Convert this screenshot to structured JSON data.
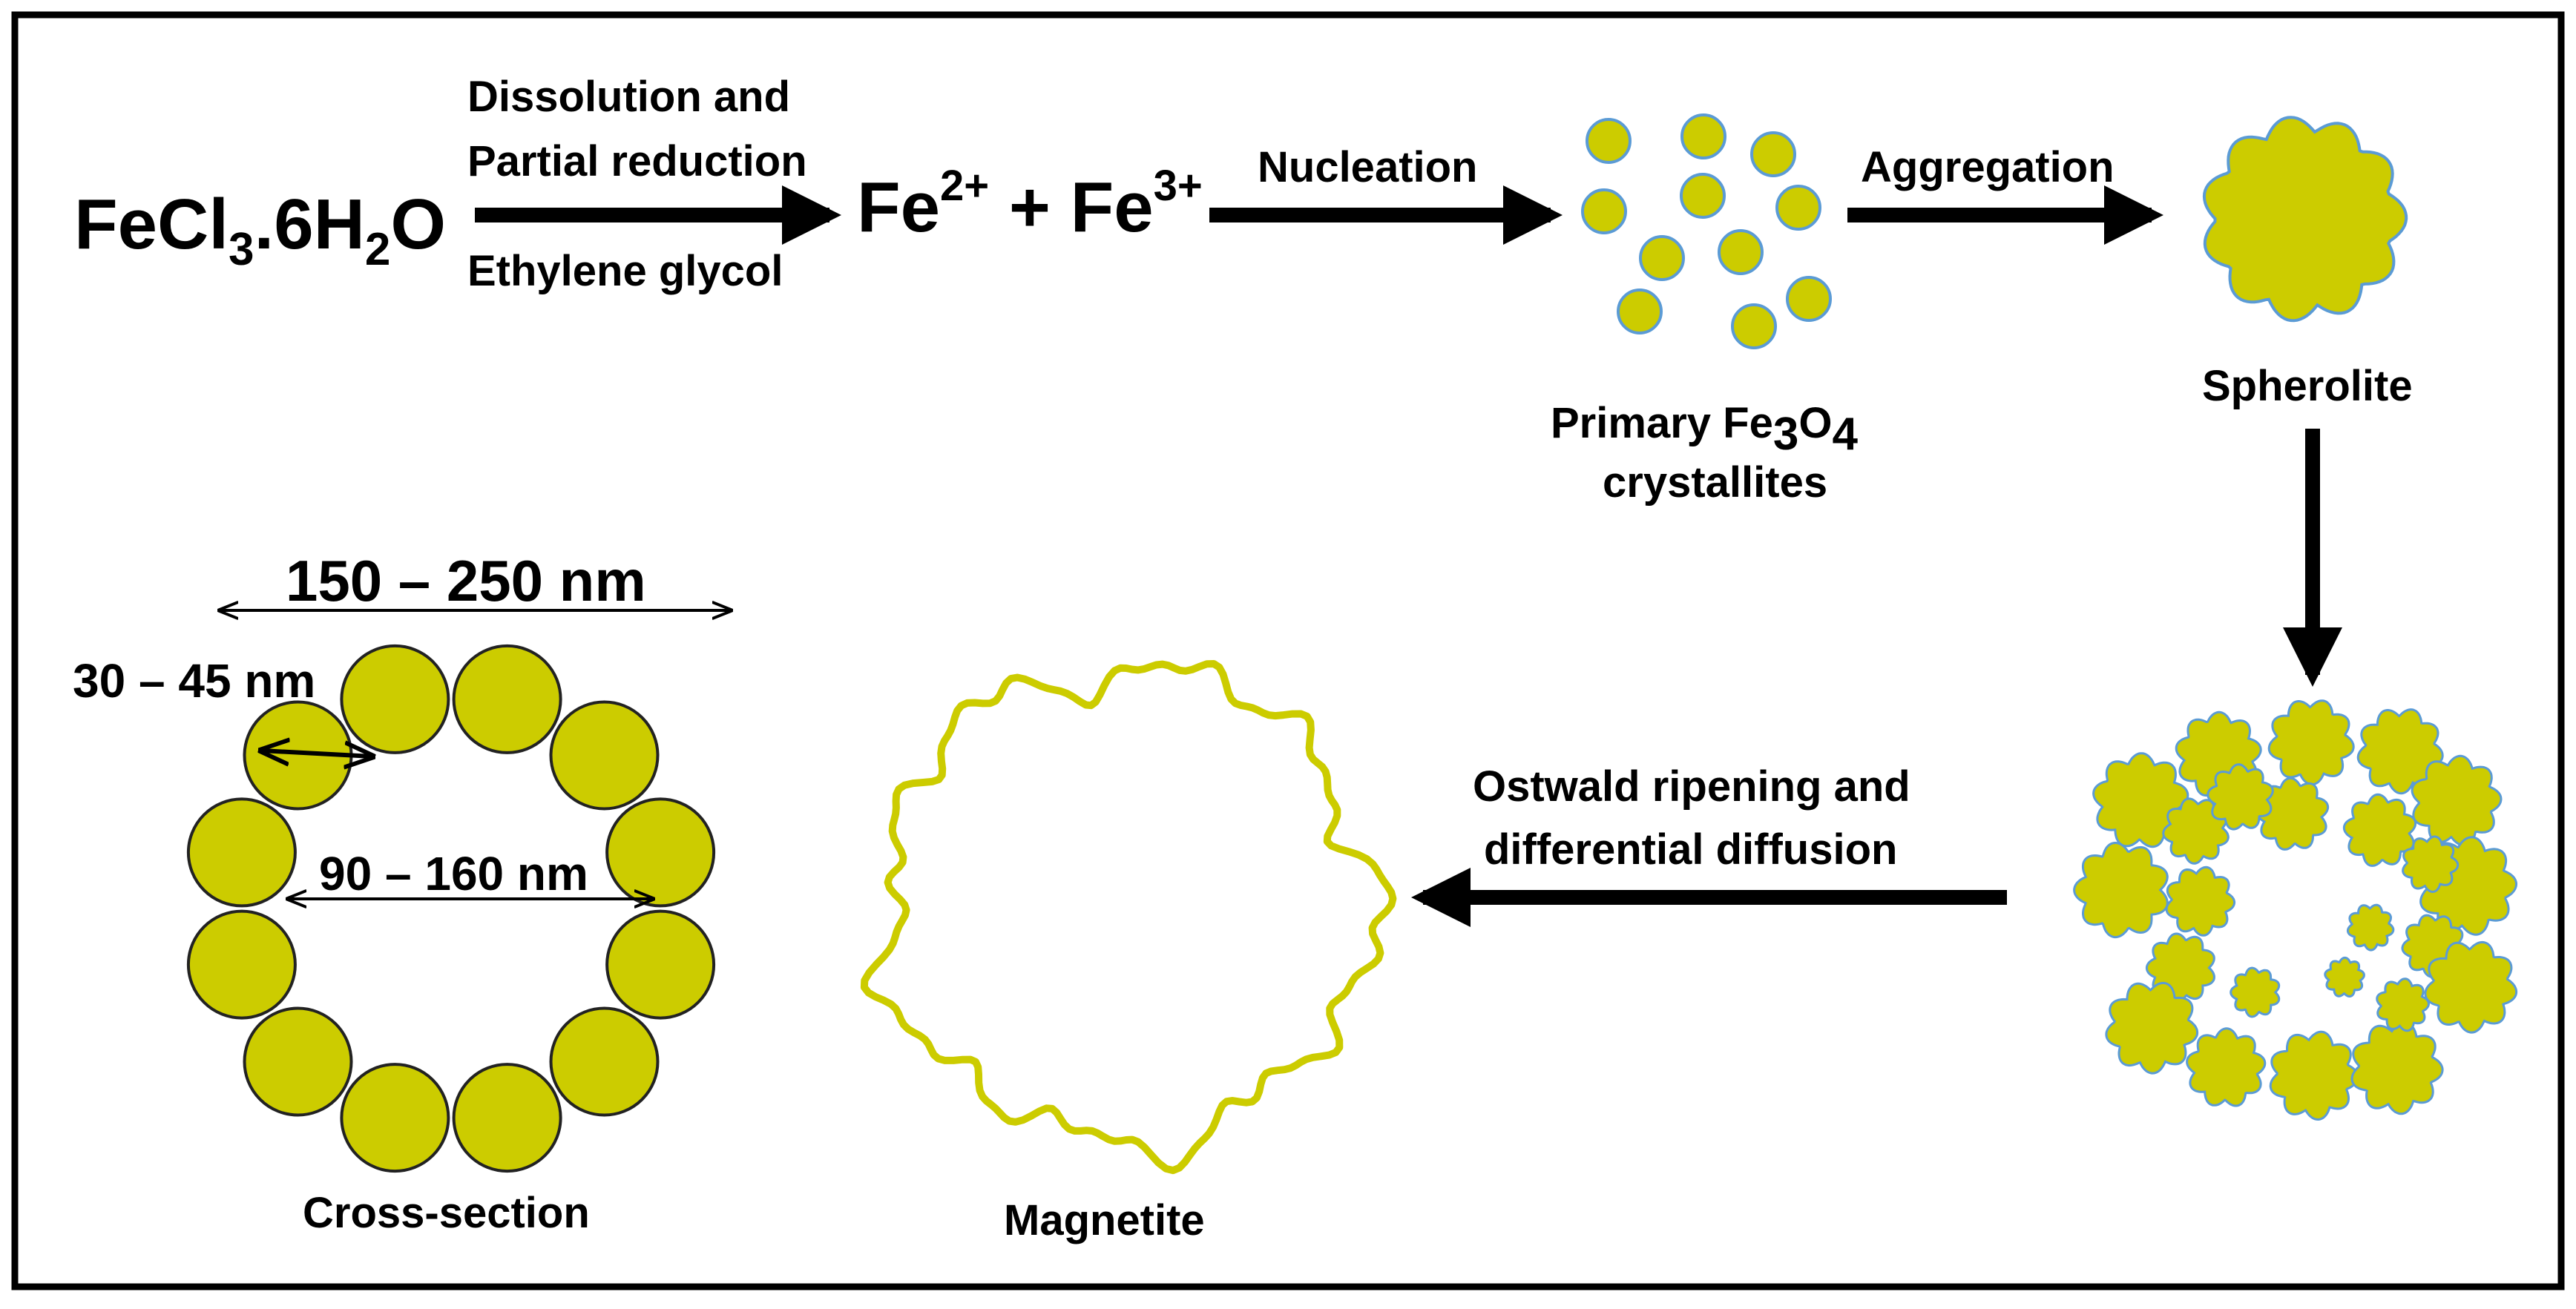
{
  "colors": {
    "particle_fill": "#cccc00",
    "particle_edge_blue": "#5b9bd5",
    "particle_edge_dark": "#222222",
    "arrow": "#000000",
    "frame": "#000000"
  },
  "reactant": {
    "base1": "FeCl",
    "sub1": "3",
    "mid": ".6H",
    "sub2": "2",
    "tail": "O"
  },
  "step1": {
    "label_line1": "Dissolution and",
    "label_line2": "Partial reduction",
    "label_below": "Ethylene glycol"
  },
  "ions": {
    "fe": "Fe",
    "sup1": "2+",
    "plus": " + Fe",
    "sup2": "3+"
  },
  "step2": {
    "label": "Nucleation"
  },
  "crystallites": {
    "caption_prefix": "Primary Fe",
    "sub1": "3",
    "mid": "O",
    "sub2": "4",
    "caption_line2": "crystallites"
  },
  "step3": {
    "label": "Aggregation"
  },
  "spherolite": {
    "caption": "Spherolite"
  },
  "step4": {
    "label_line1": "Ostwald ripening and",
    "label_line2": "differential diffusion"
  },
  "magnetite": {
    "caption": "Magnetite"
  },
  "cross_section": {
    "outer_dim": "150 – 250 nm",
    "particle_dim": "30 – 45 nm",
    "inner_dim": "90 – 160 nm",
    "caption": "Cross-section"
  }
}
